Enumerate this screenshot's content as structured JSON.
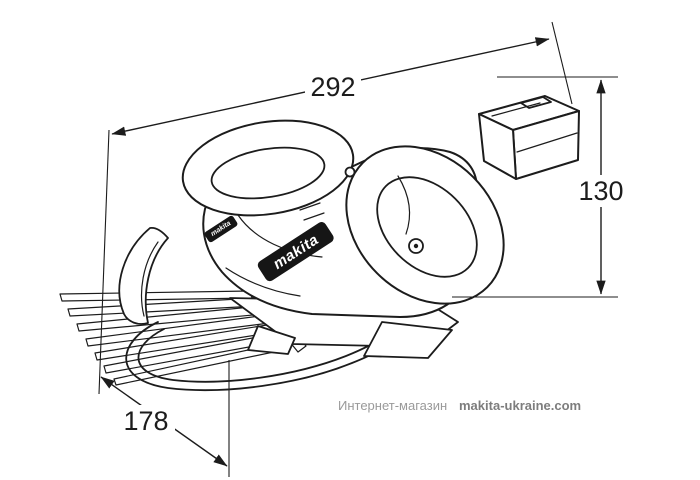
{
  "diagram": {
    "dimensions": {
      "width_label": "292",
      "height_label": "130",
      "depth_label": "178"
    },
    "brand_label": "makita",
    "watermark": {
      "prefix": "Интернет-магазин",
      "site": "makita-ukraine.com"
    },
    "colors": {
      "line": "#1c1c1c",
      "background": "#ffffff",
      "watermark_prefix": "#9a9a9a",
      "watermark_site": "#7d7d7d",
      "brand_plate": "#161616"
    }
  }
}
